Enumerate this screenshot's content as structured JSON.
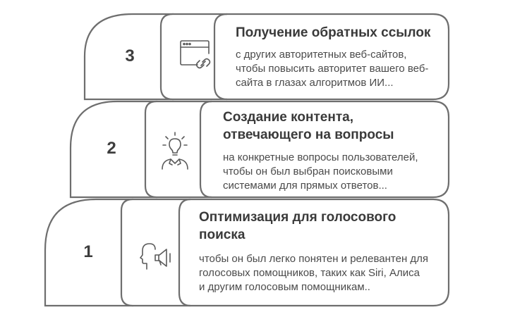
{
  "steps": [
    {
      "number": "1",
      "title": [
        "Оптимизация для голосового",
        "поиска"
      ],
      "description": [
        "чтобы он был легко понятен и релевантен для",
        "голосовых помощников, таких как Siri, Алиса",
        "и другим голосовым помощникам.."
      ],
      "icon": "voice-speaker-icon"
    },
    {
      "number": "2",
      "title": [
        "Создание контента,",
        "отвечающего на вопросы"
      ],
      "description": [
        "на конкретные вопросы пользователей,",
        "чтобы он был выбран поисковыми",
        "системами для прямых ответов..."
      ],
      "icon": "lightbulb-idea-icon"
    },
    {
      "number": "3",
      "title": [
        "Получение обратных ссылок"
      ],
      "description": [
        "с других авторитетных веб-сайтов,",
        "чтобы повысить авторитет вашего веб-",
        "сайта в глазах алгоритмов ИИ..."
      ],
      "icon": "browser-link-icon"
    }
  ],
  "colors": {
    "stroke": "#6e6e6e",
    "fill": "#ffffff",
    "text": "#3a3a3a"
  }
}
